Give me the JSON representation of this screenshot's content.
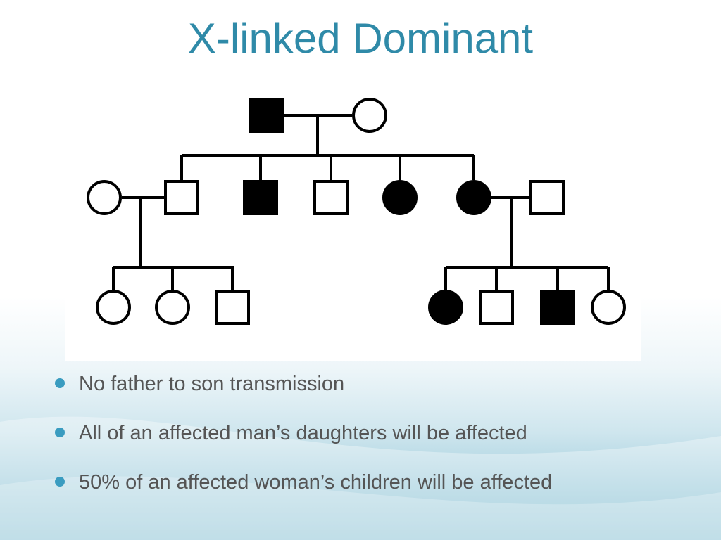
{
  "slide": {
    "title": "X-linked Dominant"
  },
  "pedigree": {
    "legend_colors": {
      "affected": "#000000",
      "unaffected": "#ffffff"
    },
    "generations": [
      {
        "id": "gen1",
        "members": [
          {
            "sex": "male",
            "affected": true
          },
          {
            "sex": "female",
            "affected": false
          }
        ]
      },
      {
        "id": "gen2",
        "members": [
          {
            "sex": "female",
            "affected": false,
            "role": "spouse"
          },
          {
            "sex": "male",
            "affected": false
          },
          {
            "sex": "male",
            "affected": true
          },
          {
            "sex": "male",
            "affected": false
          },
          {
            "sex": "female",
            "affected": true
          },
          {
            "sex": "female",
            "affected": true
          },
          {
            "sex": "male",
            "affected": false,
            "role": "spouse"
          }
        ]
      },
      {
        "id": "gen3-left",
        "members": [
          {
            "sex": "female",
            "affected": false
          },
          {
            "sex": "female",
            "affected": false
          },
          {
            "sex": "male",
            "affected": false
          }
        ]
      },
      {
        "id": "gen3-right",
        "members": [
          {
            "sex": "female",
            "affected": true
          },
          {
            "sex": "male",
            "affected": false
          },
          {
            "sex": "male",
            "affected": true
          },
          {
            "sex": "female",
            "affected": false
          }
        ]
      }
    ]
  },
  "bullets": [
    {
      "text": "No father to son transmission"
    },
    {
      "text": "All of an affected man’s daughters will be affected"
    },
    {
      "text": "50% of an affected woman’s children will be affected"
    }
  ],
  "theme": {
    "title_color": "#2f8aa8",
    "bullet_color": "#3a9cc0",
    "text_color": "#555555"
  }
}
